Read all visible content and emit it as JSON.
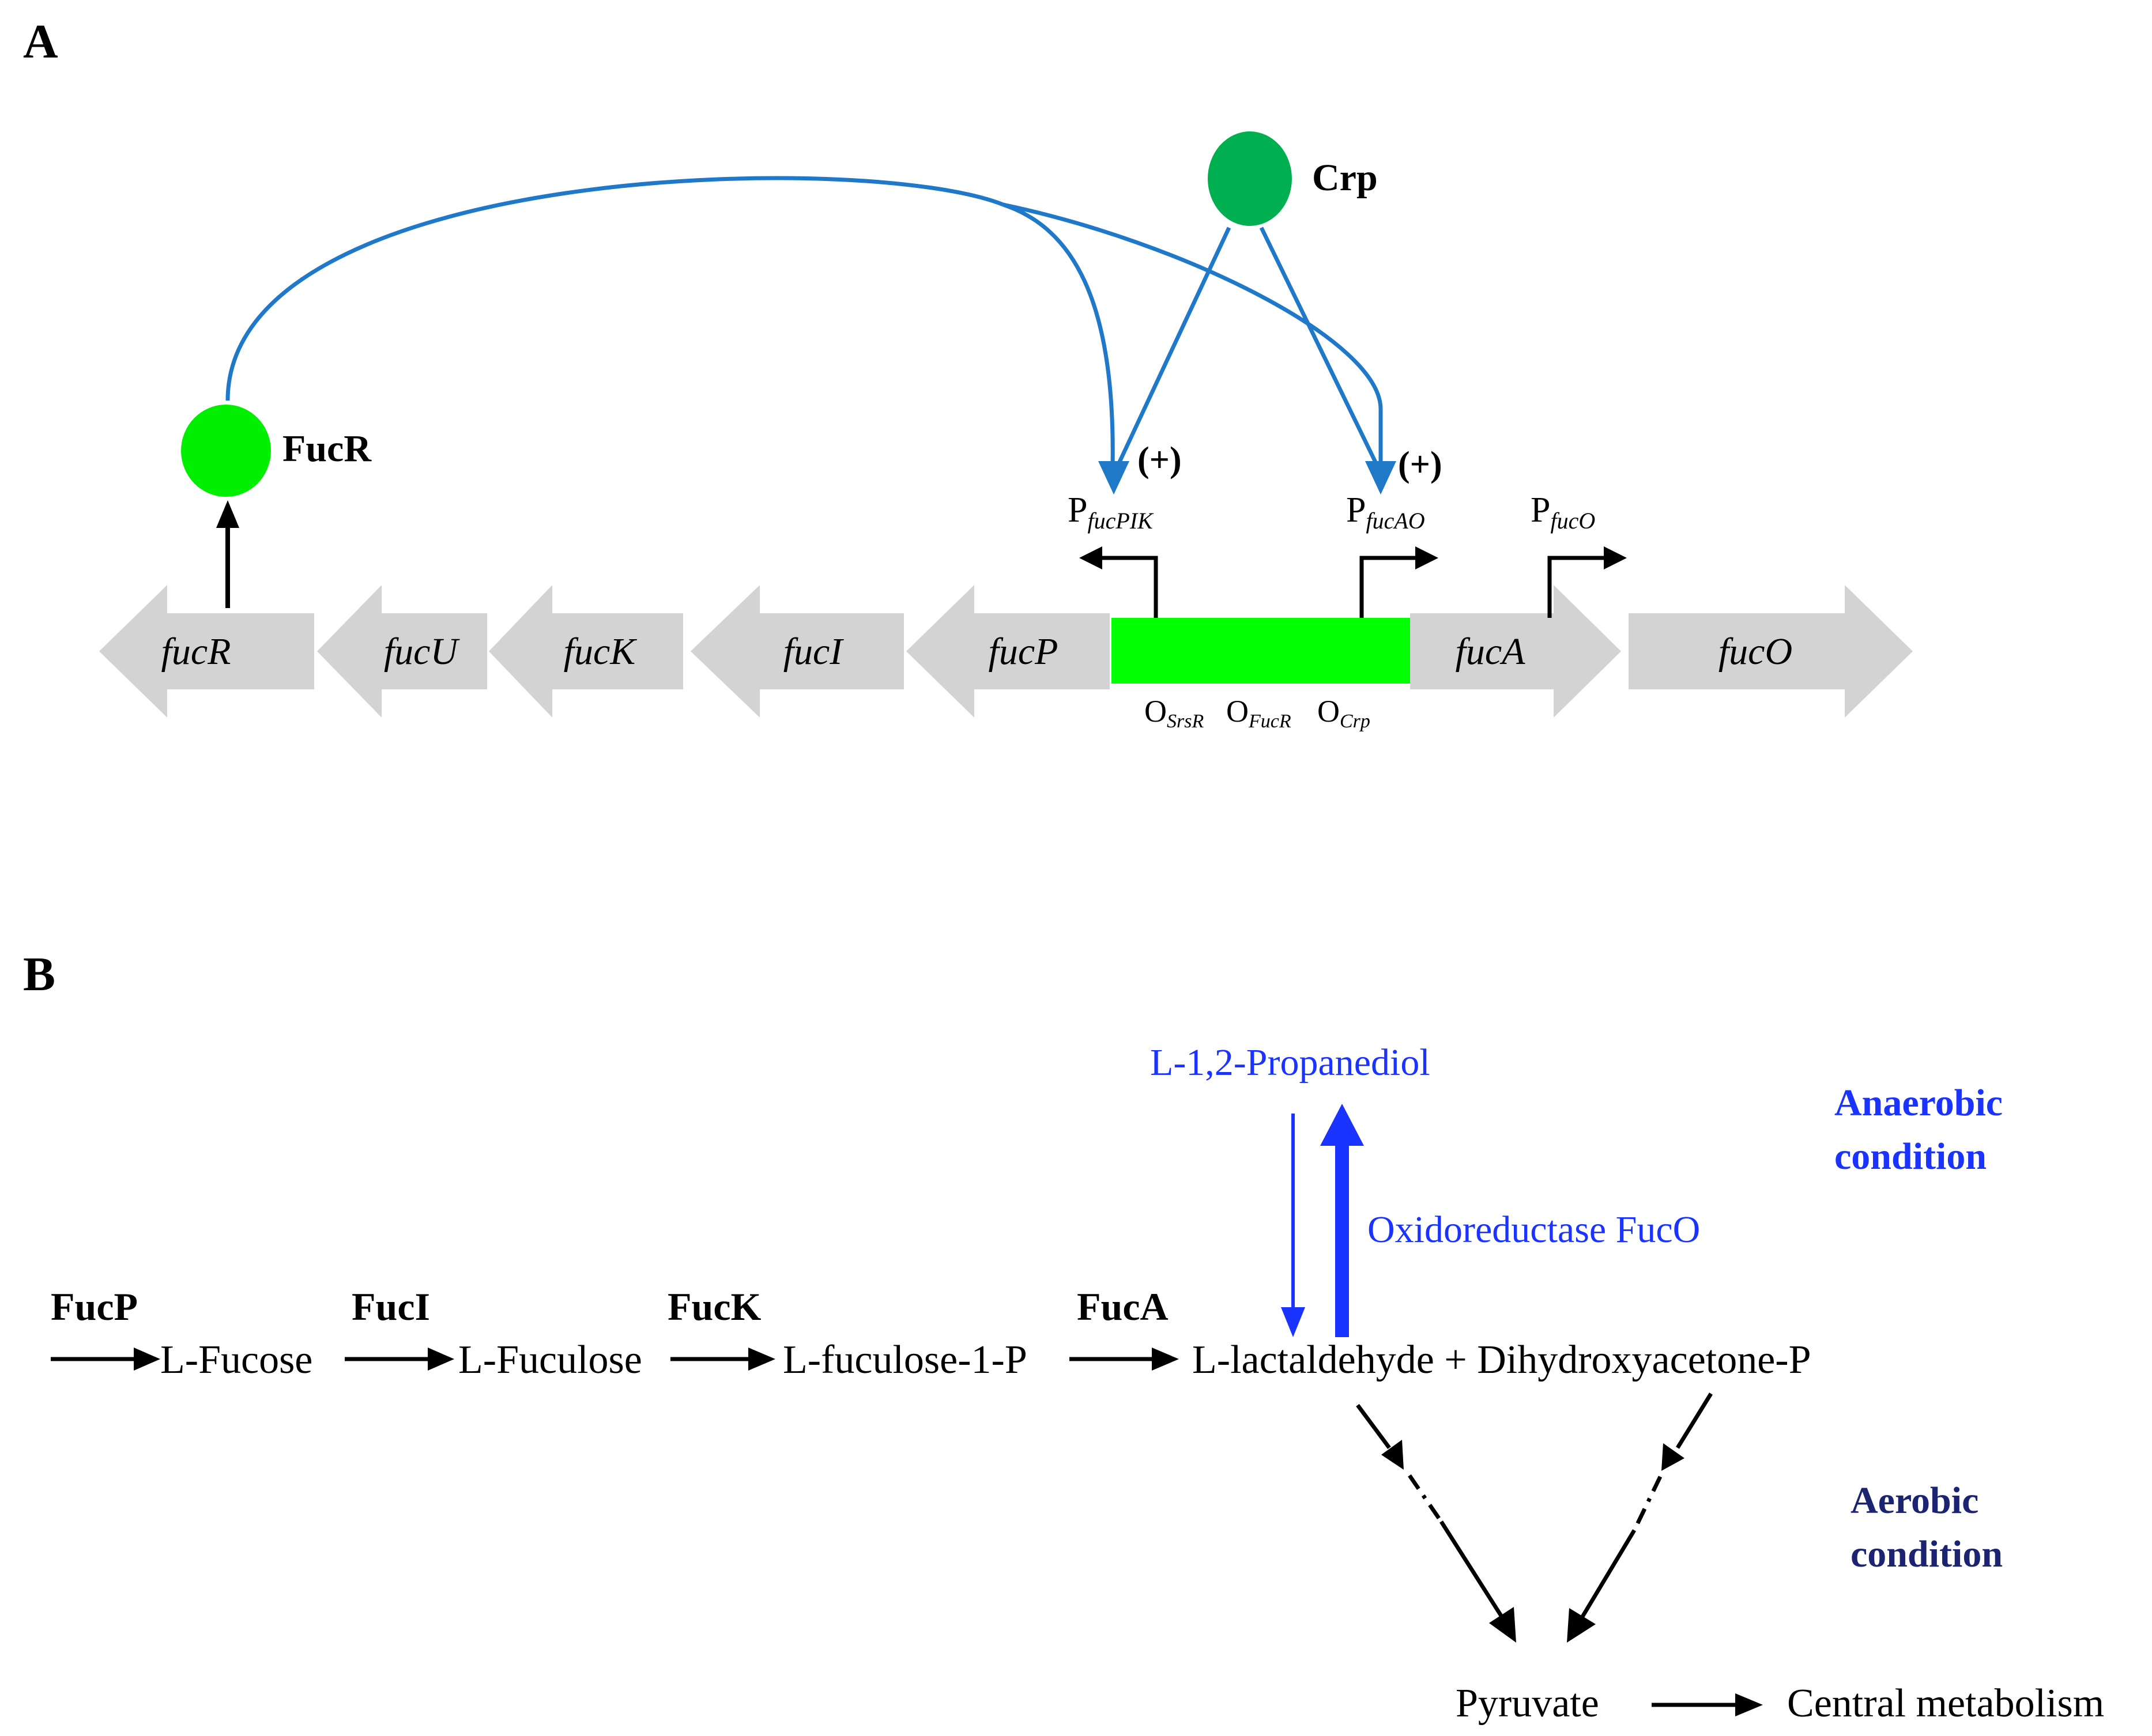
{
  "panel_a": {
    "label": "A",
    "genes": [
      {
        "name": "fucR",
        "direction": "left"
      },
      {
        "name": "fucU",
        "direction": "left"
      },
      {
        "name": "fucK",
        "direction": "left"
      },
      {
        "name": "fucI",
        "direction": "left"
      },
      {
        "name": "fucP",
        "direction": "left"
      },
      {
        "name": "fucA",
        "direction": "right"
      },
      {
        "name": "fucO",
        "direction": "right"
      }
    ],
    "regulators": {
      "fucr": "FucR",
      "crp": "Crp"
    },
    "promoters": {
      "fucpik": {
        "main": "P",
        "sub": "fucPIK"
      },
      "fucao": {
        "main": "P",
        "sub": "fucAO"
      },
      "fuco": {
        "main": "P",
        "sub": "fucO"
      }
    },
    "activation_marks": {
      "pik": "(+)",
      "ao": "(+)"
    },
    "operators": {
      "srsr": {
        "main": "O",
        "sub": "SrsR"
      },
      "fucr": {
        "main": "O",
        "sub": "FucR"
      },
      "crp": {
        "main": "O",
        "sub": "Crp"
      }
    },
    "colors": {
      "gene_arrow": "#d3d3d3",
      "intergenic": "#00ff00",
      "fucr_circle": "#00ee00",
      "crp_circle": "#00b050",
      "regulation_line": "#1f78c8"
    }
  },
  "panel_b": {
    "label": "B",
    "enzymes": {
      "fucp": "FucP",
      "fuci": "FucI",
      "fuck": "FucK",
      "fuca": "FucA"
    },
    "metabolites": {
      "l_fucose": "L-Fucose",
      "l_fuculose": "L-Fuculose",
      "l_fuculose_1p": "L-fuculose-1-P",
      "products": "L-lactaldehyde + Dihydroxyacetone-P",
      "propanediol": "L-1,2-Propanediol",
      "pyruvate": "Pyruvate",
      "central": "Central metabolism"
    },
    "oxidoreductase": "Oxidoreductase FucO",
    "conditions": {
      "anaerobic_line1": "Anaerobic",
      "anaerobic_line2": "condition",
      "aerobic_line1": "Aerobic",
      "aerobic_line2": "condition"
    },
    "colors": {
      "anaerobic": "#1a33ff",
      "aerobic": "#1a2470"
    }
  }
}
